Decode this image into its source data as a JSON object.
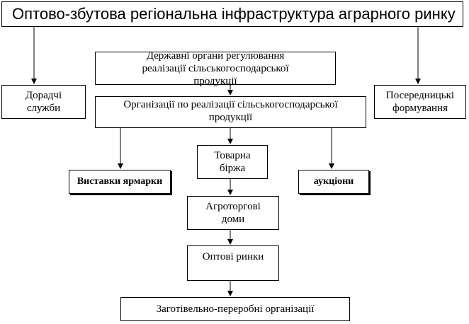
{
  "diagram": {
    "title": "Оптово-збутова регіональна інфраструктура аграрного ринку",
    "state_bodies": "Державні органи регулювання реалізації сільськогосподарської продукції",
    "advisory_services": "Дорадчі служби",
    "intermediary": "Посередницькі формування",
    "sales_orgs": "Організації по реалізації сільськогосподарської продукції",
    "exhibitions": "Виставки ярмарки",
    "commodity_exchange": "Товарна біржа",
    "auctions": "аукціони",
    "agro_trade_houses": "Агроторгові доми",
    "wholesale_markets": "Оптові ринки",
    "procurement_orgs": "Заготівельно-переробні організації"
  }
}
